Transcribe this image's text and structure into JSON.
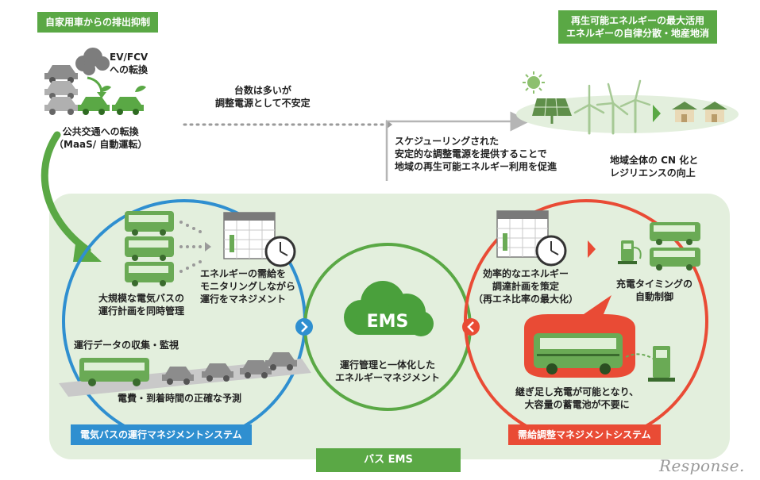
{
  "top_left_tag": "自家用車からの排出抑制",
  "top_right_tag": [
    "再生可能エネルギーの最大活用",
    "エネルギーの自律分散・地産地消"
  ],
  "ev_fcv": [
    "EV/FCV",
    "への転換"
  ],
  "public_transport": [
    "公共交通への転換",
    "（MaaS/ 自動運転）"
  ],
  "unstable_note": [
    "台数は多いが",
    "調整電源として不安定"
  ],
  "scheduling_note": [
    "スケジューリングされた",
    "安定的な調整電源を提供することで",
    "地域の再生可能エネルギー利用を促進"
  ],
  "regional_note": [
    "地域全体の CN 化と",
    "レジリエンスの向上"
  ],
  "left_system": {
    "large_scale": [
      "大規模な電気バスの",
      "運行計画を同時管理"
    ],
    "monitoring": [
      "エネルギーの需給を",
      "モニタリングしながら",
      "運行をマネジメント"
    ],
    "data_collection": "運行データの収集・監視",
    "prediction": "電費・到着時間の正確な予測",
    "label": "電気バスの運行マネジメントシステム"
  },
  "center": {
    "ems": "EMS",
    "caption": [
      "運行管理と一体化した",
      "エネルギーマネジメント"
    ]
  },
  "right_system": {
    "efficient_plan": [
      "効率的なエネルギー",
      "調達計画を策定",
      "（再エネ比率の最大化）"
    ],
    "charging_timing": [
      "充電タイミングの",
      "自動制御"
    ],
    "top_up": [
      "継ぎ足し充電が可能となり、",
      "大容量の蓄電池が不要に"
    ],
    "label": "需給調整マネジメントシステム"
  },
  "bottom_tag": "バス EMS",
  "watermark": "Response.",
  "colors": {
    "green": "#5aa845",
    "light_green": "#e3efdd",
    "blue": "#2f8fd0",
    "red": "#e94b35",
    "grey_car": "#8c8c8c"
  }
}
